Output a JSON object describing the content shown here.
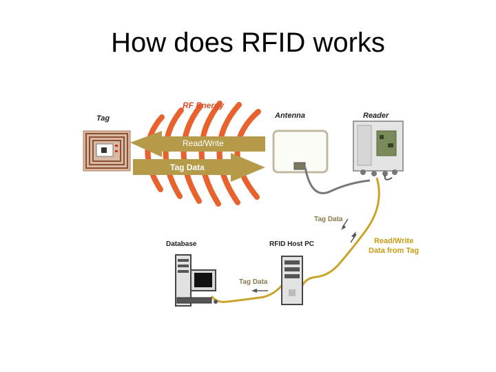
{
  "slide": {
    "title": "How does RFID works"
  },
  "diagram": {
    "tag_label": "Tag",
    "rf_energy_label": "RF Energy",
    "read_write_label": "Read/Write",
    "tag_data_label": "Tag Data",
    "antenna_label": "Antenna",
    "reader_label": "Reader",
    "tag_data_reader_label": "Tag Data",
    "read_write_data_label": "Read/Write\nData from Tag",
    "database_label": "Database",
    "host_pc_label": "RFID Host PC",
    "tag_data_cable_label": "Tag Data"
  },
  "colors": {
    "rf_wave": "#e8622e",
    "arrow_band": "#b59a49",
    "cable": "#c9a227"
  }
}
